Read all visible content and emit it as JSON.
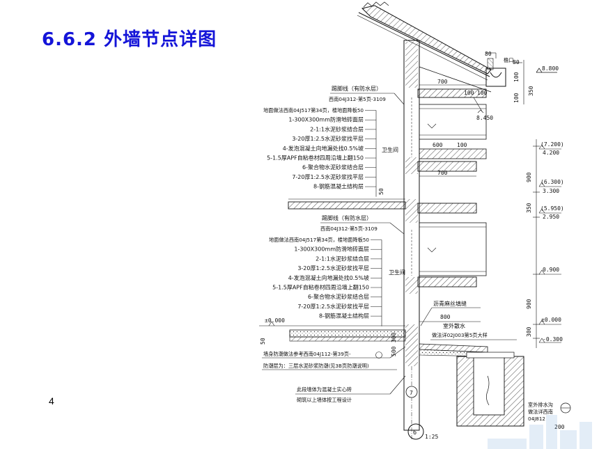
{
  "slide": {
    "title": "6.6.2 外墙节点详图",
    "page_number": "4"
  },
  "detail": {
    "eaves": {
      "label_eaves": "檐口",
      "dim_80_top": "80",
      "dim_80_side": "80",
      "dim_100_right": "100",
      "dim_350": "350",
      "dim_100_bottom": "100",
      "dim_700": "700",
      "dim_100_a": "100",
      "dim_100_b": "100",
      "elev_8450": "8.450",
      "elev_8800": "8.800"
    },
    "upper": {
      "skirting_1": "踢脚线（有防水层）",
      "skirting_2": "西南04J312-第5页-3109",
      "floor_lines": [
        "地面做法西南04J517第34页，楼地面降板50",
        "1-300X300mm防滑地砖面层",
        "2-1:1水泥砂浆结合层",
        "3-20厚1:2.5水泥砂浆找平层",
        "4-发泡混凝土向地漏处找0.5%坡",
        "5-1.5厚APF自粘卷材四周沿墙上翻150",
        "6-聚合物水泥砂浆结合层",
        "7-20厚1:2.5水泥砂浆找平层",
        "8-钢筋混凝土结构层"
      ],
      "room_label": "卫生间",
      "dim_600": "600",
      "dim_100": "100",
      "dim_700": "700",
      "dim_50": "50",
      "elev_7200": "(7.200)",
      "elev_4200": "4.200",
      "elev_6300": "(6.300)",
      "elev_3300": "3.300",
      "elev_5950": "(5.950)",
      "elev_2950": "2.950",
      "dim_900": "900",
      "dim_350": "350"
    },
    "lower": {
      "skirting_1": "踢脚线（有防水层）",
      "skirting_2": "西南04J312-第5页-3109",
      "floor_lines": [
        "地面做法西南04J517第34页，楼地面降板50",
        "1-300X300mm防滑地砖面层",
        "2-1:1水泥砂浆结合层",
        "3-20厚1:2.5水泥砂浆找平层",
        "4-发泡混凝土向地漏处找0.5%坡",
        "5-1.5厚APF自粘卷材四周沿墙上翻150",
        "6-聚合物水泥砂浆结合层",
        "7-20厚1:2.5水泥砂浆找平层",
        "8-钢筋混凝土结构层"
      ],
      "room_label": "卫生间",
      "elev_0900": "0.900",
      "dim_900": "900"
    },
    "ground": {
      "joint_label": "沥青麻丝填缝",
      "dim_800": "800",
      "apron_1": "室外散水",
      "apron_2": "做法详02J003第5页大样",
      "elev_0000_left": "±0.000",
      "elev_0000_right": "±0.000",
      "elev_neg0300": "-0.300",
      "dim_50": "50",
      "dim_300": "300",
      "dim_500": "500",
      "dim_200": "200",
      "dim_300_r": "300",
      "wall_base": "墙身防潮做法参考西南04J112-第39页-",
      "damp": "防潮层为：三层水泥砂浆防潮(见3B页防潮说明)",
      "masonry_1": "此段墙体为混凝土实心砖",
      "masonry_2": "砌筑以上墙体按工程设计",
      "drain_1": "室外排水沟",
      "drain_2": "做法详西南",
      "drain_3": "04J812",
      "detail_no": "6",
      "scale": "1:25",
      "axis": "7"
    }
  }
}
